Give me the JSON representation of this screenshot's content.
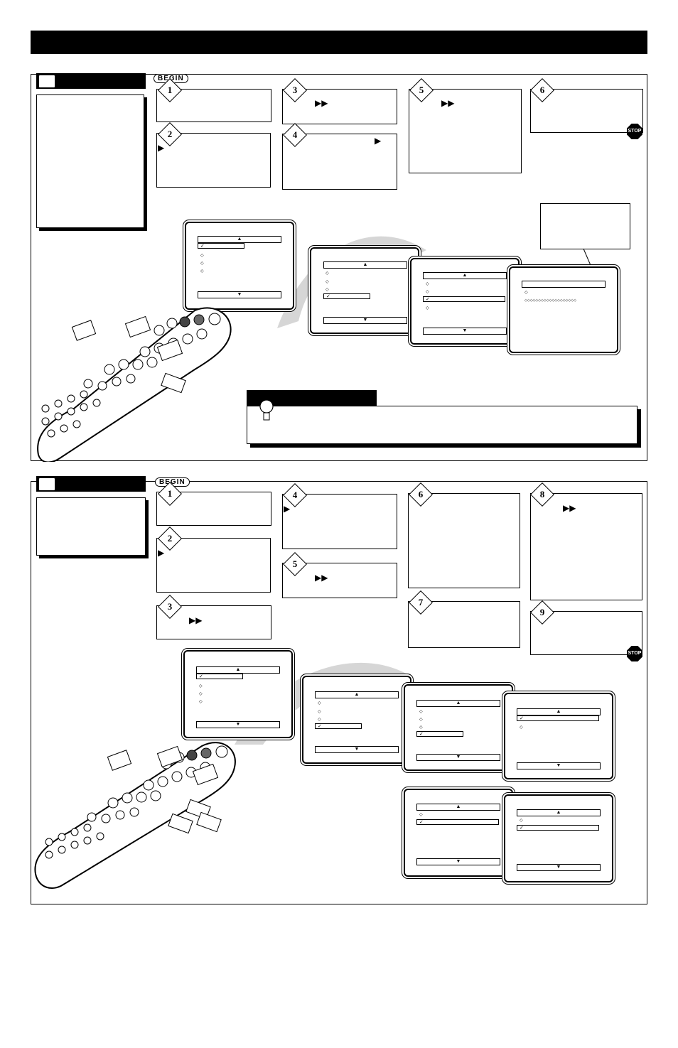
{
  "page": {
    "background": "#ffffff",
    "ink": "#000000"
  },
  "header": {
    "title": ""
  },
  "labels": {
    "begin": "BEGIN",
    "stop": "STOP",
    "steps_top": [
      "1",
      "2",
      "3",
      "4",
      "5",
      "6"
    ],
    "steps_bottom": [
      "1",
      "2",
      "3",
      "4",
      "5",
      "6",
      "7",
      "8",
      "9"
    ]
  },
  "glyphs": {
    "play": "▶",
    "fast_forward": "▶▶",
    "menu_up": "▲",
    "menu_down": "▼",
    "check": "✓",
    "diamond": "◇",
    "diamond_row": "◇◇◇◇◇◇◇◇◇◇◇◇◇◇◇◇◇◇◇"
  },
  "icons": [
    "lightbulb-icon",
    "stop-sign-icon",
    "remote-control-icon"
  ]
}
